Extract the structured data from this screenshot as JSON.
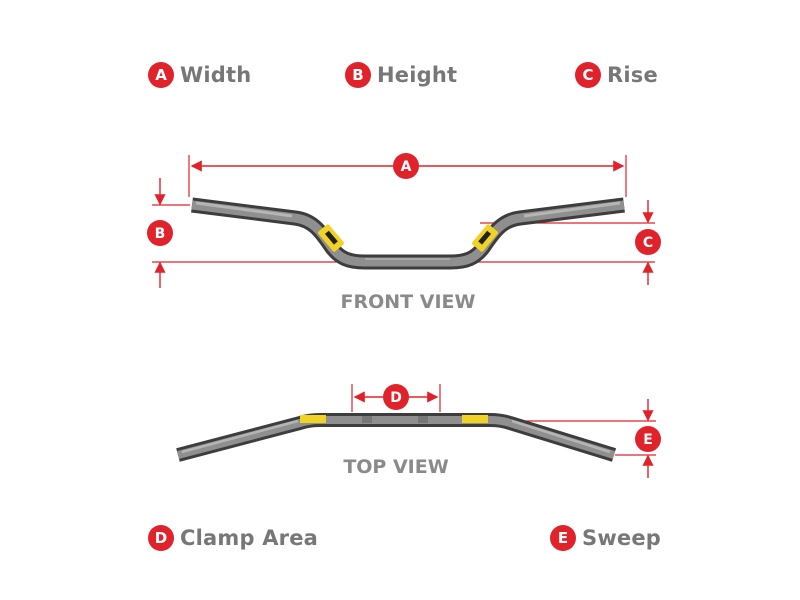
{
  "legend": {
    "width": {
      "letter": "A",
      "label": "Width"
    },
    "height": {
      "letter": "B",
      "label": "Height"
    },
    "rise": {
      "letter": "C",
      "label": "Rise"
    },
    "clamp": {
      "letter": "D",
      "label": "Clamp Area"
    },
    "sweep": {
      "letter": "E",
      "label": "Sweep"
    }
  },
  "views": {
    "front": "FRONT VIEW",
    "top": "TOP VIEW"
  },
  "markers": {
    "a": "A",
    "b": "B",
    "c": "C",
    "d": "D",
    "e": "E"
  },
  "colors": {
    "accent": "#e0222b",
    "label_gray": "#777777",
    "bar_dark": "#4a4a4a",
    "bar_light": "#9a9a9a",
    "pad_yellow": "#f2d324"
  }
}
